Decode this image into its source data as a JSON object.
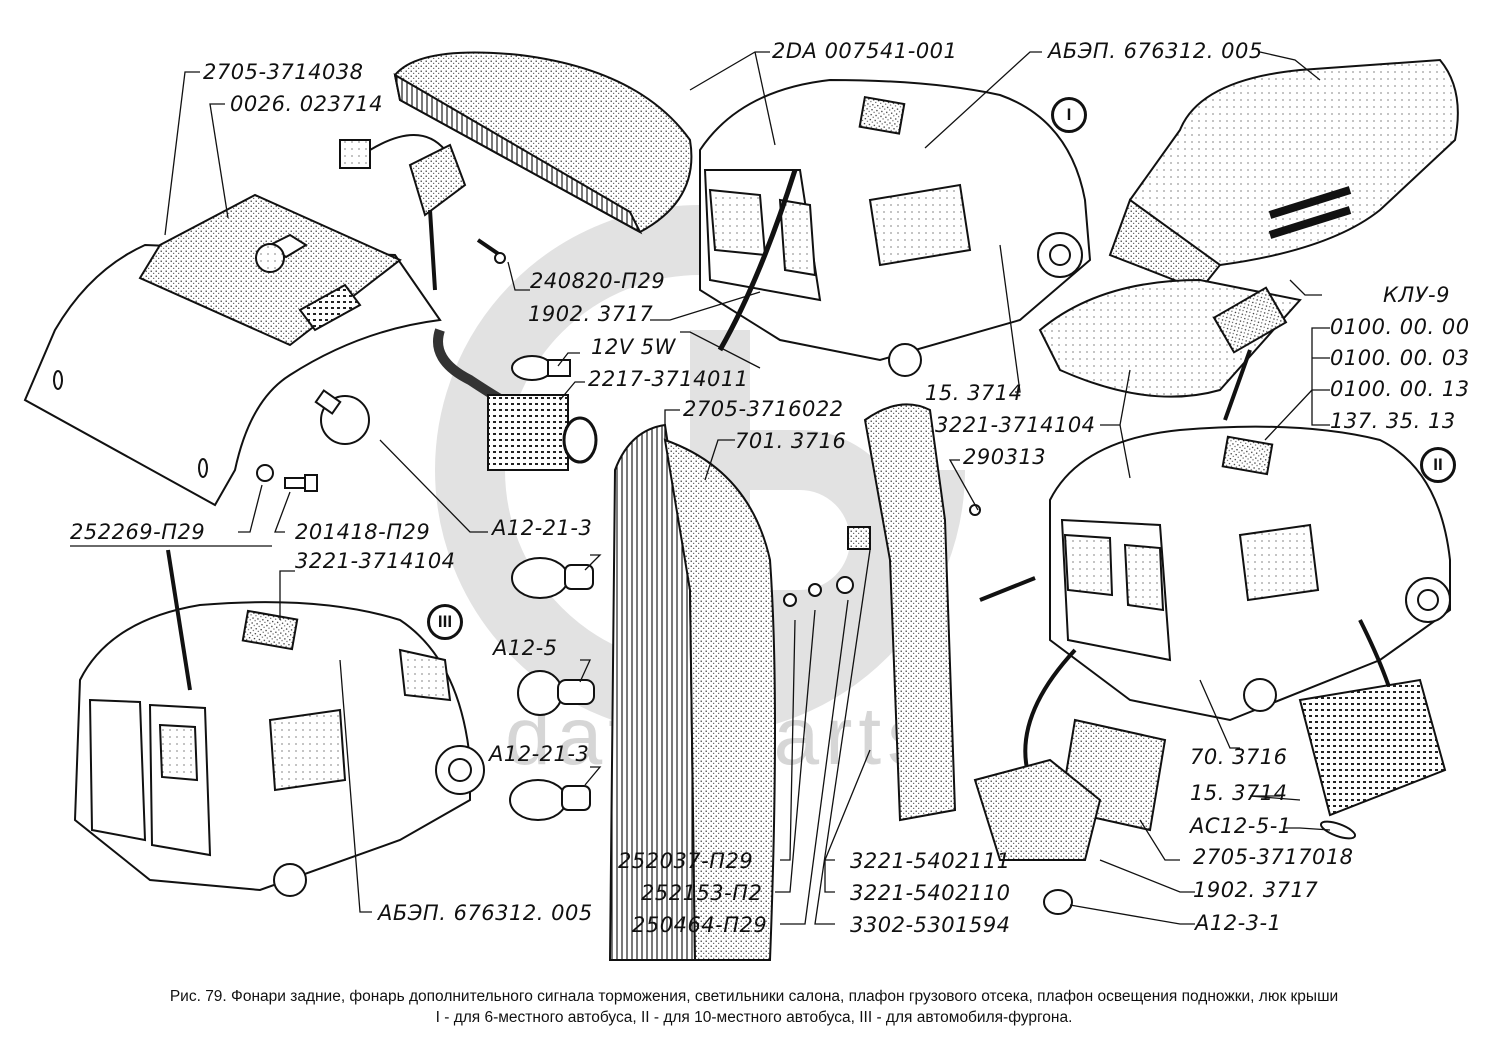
{
  "figure": {
    "caption_line1": "Рис. 79. Фонари задние, фонарь дополнительного сигнала торможения, светильники салона, плафон грузового отсека, плафон освещения подножки, люк крыши",
    "caption_line2": "I - для 6-местного автобуса, II - для 10-местного автобуса, III - для автомобиля-фургона.",
    "watermark": "data-parts",
    "watermark_color": "#d6d6d6",
    "ink_color": "#111111"
  },
  "views": {
    "I": "I",
    "II": "II",
    "III": "III"
  },
  "labels": {
    "l01": "2705-3714038",
    "l02": "0026. 023714",
    "l03": "2DA 007541-001",
    "l04": "АБЭП. 676312. 005",
    "l05": "240820-П29",
    "l06": "1902. 3717",
    "l07": "12V 5W",
    "l08": "2217-3714011",
    "l09": "2705-3716022",
    "l10": "701. 3716",
    "l11": "15. 3714",
    "l12": "3221-3714104",
    "l13": "290313",
    "l14": "КЛУ-9",
    "l15": "0100. 00. 00",
    "l16": "0100. 00. 03",
    "l17": "0100. 00. 13",
    "l18": "137. 35. 13",
    "l19": "252269-П29",
    "l20": "201418-П29",
    "l21": "A12-21-3",
    "l22": "3221-3714104",
    "l23": "A12-5",
    "l24": "A12-21-3",
    "l25": "252037-П29",
    "l26": "252153-П2",
    "l27": "250464-П29",
    "l28": "3221-5402111",
    "l29": "3221-5402110",
    "l30": "3302-5301594",
    "l31": "АБЭП. 676312. 005",
    "l32": "70. 3716",
    "l33": "15. 3714",
    "l34": "AC12-5-1",
    "l35": "2705-3717018",
    "l36": "1902. 3717",
    "l37": "A12-3-1"
  }
}
